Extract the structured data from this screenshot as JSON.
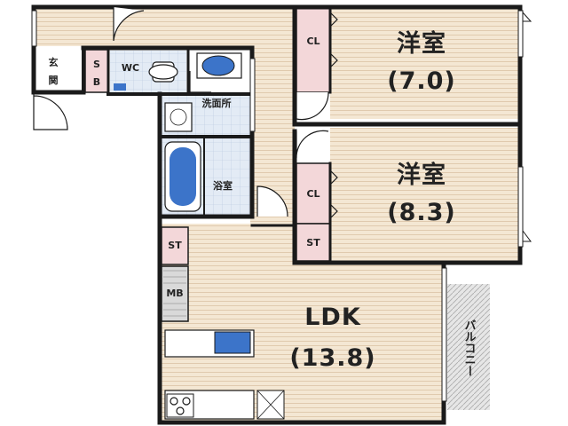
{
  "rooms": {
    "western1": {
      "name": "洋室",
      "size": "(7.0)"
    },
    "western2": {
      "name": "洋室",
      "size": "(8.3)"
    },
    "ldk": {
      "name": "LDK",
      "size": "(13.8)"
    },
    "washroom": "洗面所",
    "bathroom": "浴室",
    "wc": "WC",
    "entrance_1": "玄",
    "entrance_2": "関",
    "shoe_box_1": "S",
    "shoe_box_2": "B",
    "closet1": "CL",
    "closet2": "CL",
    "storage1": "ST",
    "storage2": "ST",
    "meter_box": "MB",
    "balcony": "バルコニー"
  },
  "colors": {
    "wall": "#1a1a1a",
    "floor_wood": "#f4e7d3",
    "wood_line": "#d9bfa0",
    "wet_area": "#dfe8f4",
    "storage": "#f2d6d8",
    "fixture_blue": "#3c74c9"
  }
}
